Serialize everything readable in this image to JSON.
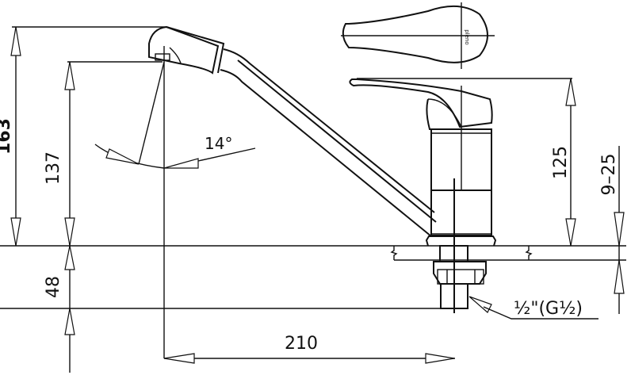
{
  "drawing": {
    "dimensions": {
      "total_height": "163",
      "spout_outlet_height": "137",
      "handle_height": "125",
      "countertop_thickness": "9–25",
      "below_counter_length": "48",
      "spout_reach": "210",
      "swivel_angle": "14°",
      "connection_thread": "½\"(G½)"
    },
    "handle_logo": "pleno",
    "line_color": "#111111",
    "background_color": "#ffffff"
  }
}
